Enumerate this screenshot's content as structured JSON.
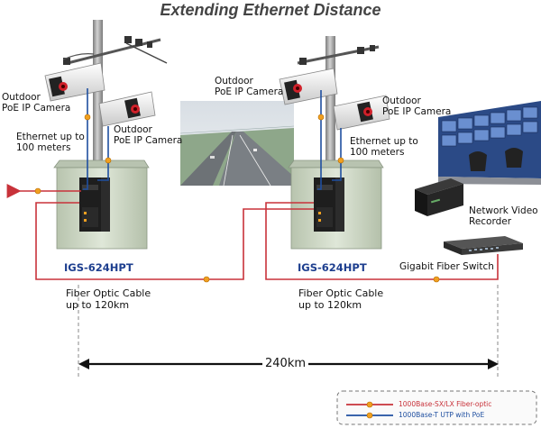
{
  "title": "Extending Ethernet Distance",
  "sites": [
    {
      "camera_label_a_line1": "Outdoor",
      "camera_label_a_line2": "PoE IP Camera",
      "camera_label_b_line1": "Outdoor",
      "camera_label_b_line2": "PoE IP Camera",
      "ethernet_line1": "Ethernet up to",
      "ethernet_line2": "100 meters",
      "switch_model": "IGS-624HPT",
      "fiber_line1": "Fiber Optic Cable",
      "fiber_line2": "up to 120km"
    },
    {
      "camera_label_a_line1": "Outdoor",
      "camera_label_a_line2": "PoE IP Camera",
      "camera_label_b_line1": "Outdoor",
      "camera_label_b_line2": "PoE IP Camera",
      "ethernet_line1": "Ethernet up to",
      "ethernet_line2": "100 meters",
      "switch_model": "IGS-624HPT",
      "fiber_line1": "Fiber Optic Cable",
      "fiber_line2": "up to 120km"
    }
  ],
  "nvr_line1": "Network Video",
  "nvr_line2": "Recorder",
  "fiber_switch_label": "Gigabit Fiber Switch",
  "distance_label": "240km",
  "legend": {
    "fiber": "1000Base-SX/LX Fiber-optic",
    "utp": "1000Base-T UTP with PoE"
  },
  "colors": {
    "fiber": "#c8323a",
    "utp": "#1f4fa0",
    "connector": "#f0a020",
    "cabinet": "#cdd7c5",
    "pole": "#9a9a9a"
  }
}
